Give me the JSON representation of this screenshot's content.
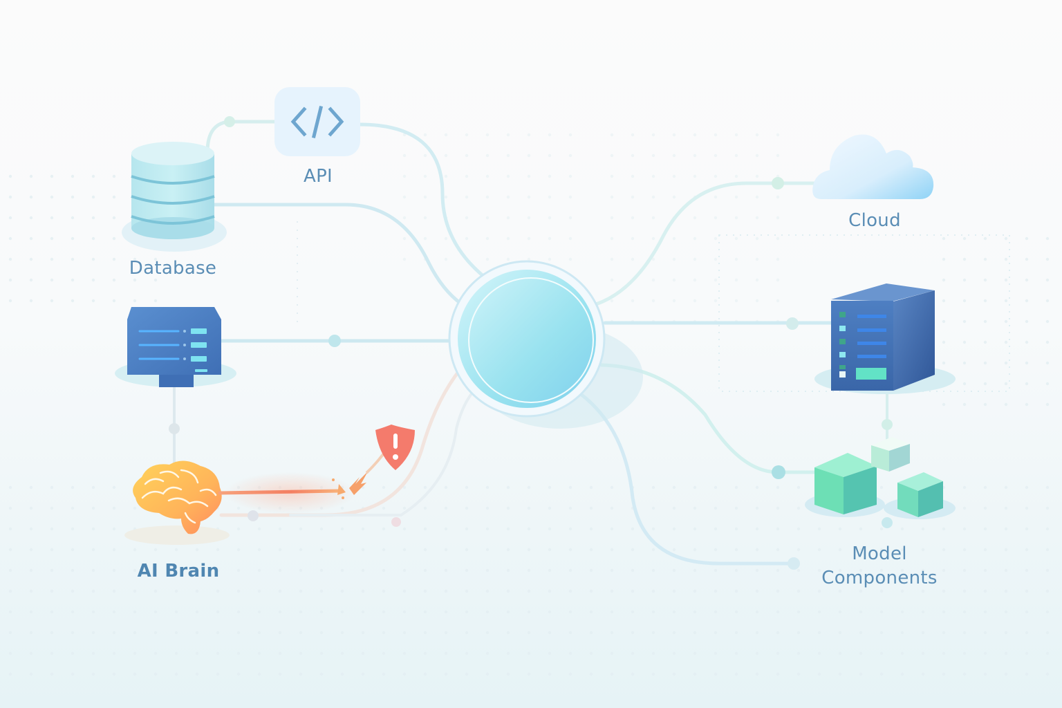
{
  "diagram": {
    "title": "",
    "hub": {
      "id": "hub",
      "label": ""
    },
    "nodes": [
      {
        "id": "database",
        "label": "Database",
        "icon": "database-icon"
      },
      {
        "id": "api",
        "label": "API",
        "icon": "code-brackets-icon"
      },
      {
        "id": "terminal",
        "label": "",
        "icon": "dashboard-monitor-icon"
      },
      {
        "id": "ai_brain",
        "label": "AI Brain",
        "icon": "brain-icon"
      },
      {
        "id": "cloud",
        "label": "Cloud",
        "icon": "cloud-icon"
      },
      {
        "id": "server",
        "label": "",
        "icon": "server-rack-icon"
      },
      {
        "id": "model_components",
        "label": "Model\nComponents",
        "icon": "cubes-icon"
      }
    ],
    "edges": [
      {
        "from": "database",
        "to": "api",
        "status": "ok"
      },
      {
        "from": "api",
        "to": "hub",
        "status": "ok"
      },
      {
        "from": "database",
        "to": "hub",
        "status": "ok"
      },
      {
        "from": "terminal",
        "to": "hub",
        "status": "ok"
      },
      {
        "from": "terminal",
        "to": "ai_brain",
        "status": "ok"
      },
      {
        "from": "ai_brain",
        "to": "hub",
        "status": "broken",
        "alert": "warning-shield-icon"
      },
      {
        "from": "hub",
        "to": "cloud",
        "status": "ok"
      },
      {
        "from": "hub",
        "to": "server",
        "status": "ok"
      },
      {
        "from": "hub",
        "to": "model_components",
        "status": "ok"
      },
      {
        "from": "hub",
        "to": "model_components",
        "status": "ok"
      },
      {
        "from": "server",
        "to": "model_components",
        "status": "ok"
      }
    ],
    "colors": {
      "line": "#cfe9f1",
      "line_dark": "#bfe0ec",
      "hub": "#8fe0ee",
      "alert": "#f07a6a",
      "broken": "#f4895e",
      "label": "#5a8db5"
    }
  }
}
